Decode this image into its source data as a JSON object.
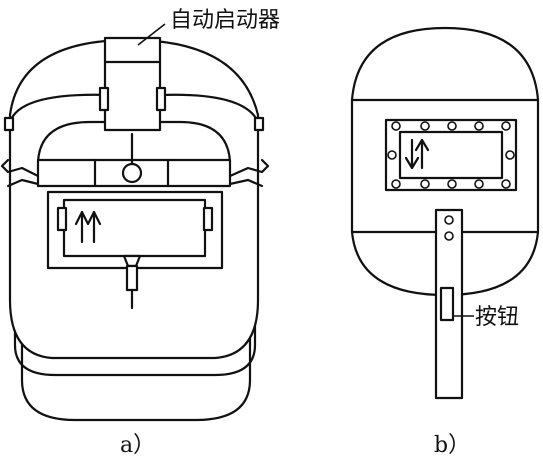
{
  "labels": {
    "auto_starter": "自动启动器",
    "button": "按钮",
    "caption_a": "a）",
    "caption_b": "b）"
  },
  "figures": [
    {
      "id": "a",
      "description_name": "auto-dimming-welding-helmet"
    },
    {
      "id": "b",
      "description_name": "push-button-welding-shield"
    }
  ],
  "colors": {
    "line": "#111111",
    "background": "#ffffff"
  }
}
